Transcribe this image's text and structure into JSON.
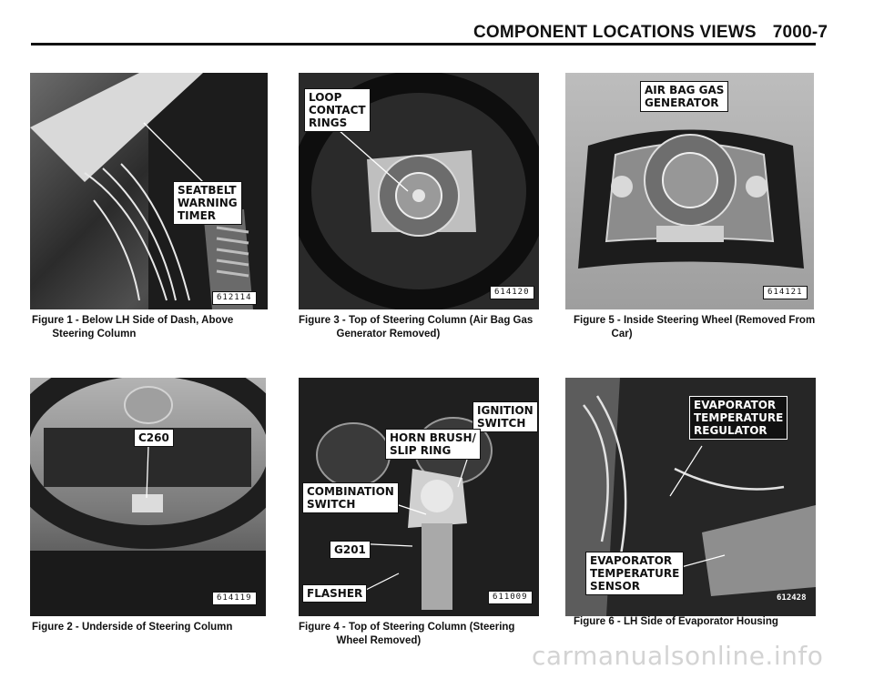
{
  "header": {
    "title": "COMPONENT LOCATIONS VIEWS",
    "page": "7000-7"
  },
  "figures": [
    {
      "caption": "Figure 1 - Below LH Side of Dash, Above\n       Steering Column",
      "image_number": "612114",
      "callouts": [
        "SEATBELT\nWARNING\nTIMER"
      ]
    },
    {
      "caption": "Figure 2 - Underside of Steering Column",
      "image_number": "614119",
      "callouts": [
        "C260"
      ]
    },
    {
      "caption": "Figure 3 - Top of Steering Column (Air Bag Gas\n             Generator Removed)",
      "image_number": "614120",
      "callouts": [
        "LOOP\nCONTACT\nRINGS"
      ]
    },
    {
      "caption": "Figure 4 - Top of Steering Column (Steering\n             Wheel Removed)",
      "image_number": "611009",
      "callouts": [
        "IGNITION\nSWITCH",
        "HORN BRUSH/\nSLIP RING",
        "COMBINATION\nSWITCH",
        "G201",
        "FLASHER"
      ]
    },
    {
      "caption": "Figure 5 - Inside Steering Wheel (Removed From\n             Car)",
      "image_number": "614121",
      "callouts": [
        "AIR BAG GAS\nGENERATOR"
      ]
    },
    {
      "caption": "Figure 6 - LH Side of Evaporator Housing",
      "image_number": "612428",
      "callouts": [
        "EVAPORATOR\nTEMPERATURE\nREGULATOR",
        "EVAPORATOR\nTEMPERATURE\nSENSOR"
      ]
    }
  ],
  "footer": {
    "watermark": "carmanualsonline.info"
  }
}
